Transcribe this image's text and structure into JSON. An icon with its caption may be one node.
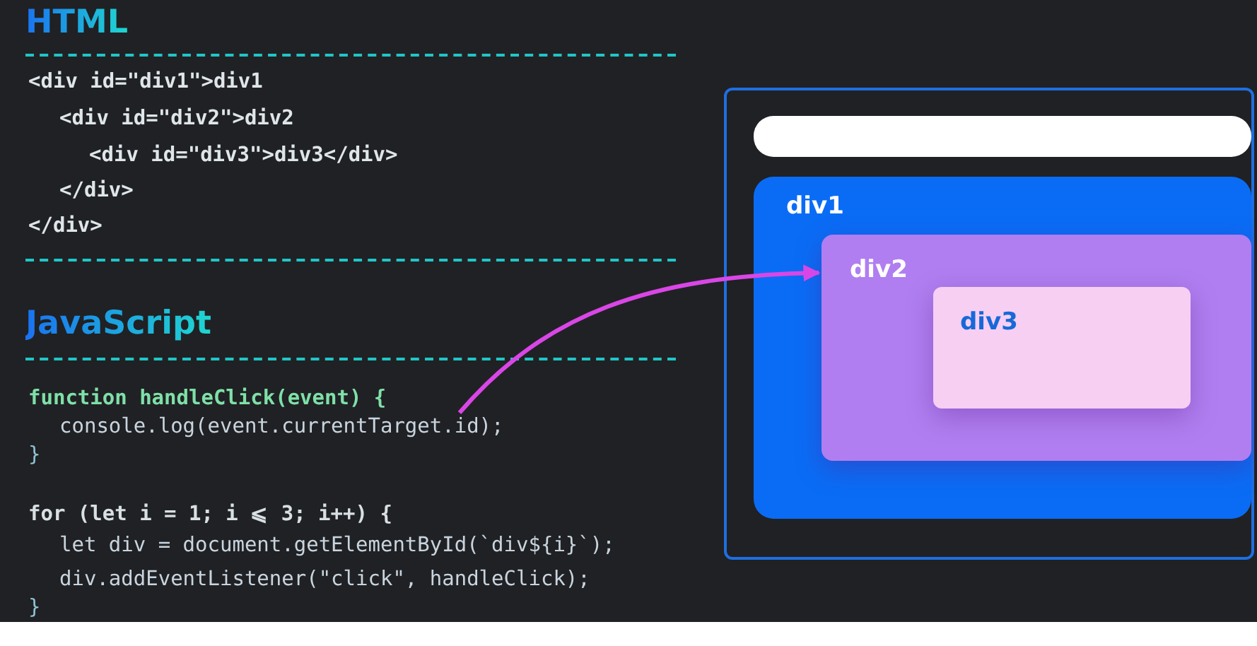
{
  "diagram": {
    "nodes": [
      {
        "text": [
          "console.log(event.currentTarget.id);"
        ]
      },
      {
        "text": [],
        "shape": "box"
      },
      {
        "text": [],
        "shape": "bar",
        "in": 1
      },
      {
        "text": [
          "div1"
        ],
        "in": 1
      },
      {
        "text": [
          "div2"
        ],
        "in": 3
      },
      {
        "text": [
          "div3"
        ],
        "in": 4
      }
    ],
    "edges": [
      {
        "from": 0,
        "to": 4,
        "arrow": "to"
      }
    ],
    "labels": [
      "HTML",
      "<div id=\"div1\">div1",
      "<div id=\"div2\">div2",
      "<div id=\"div3\">div3</div>",
      "</div>",
      "</div>",
      "JavaScript",
      "function handleClick(event) {",
      "}",
      "for (let i = 1; i ⩽ 3; i++) {",
      "let div = document.getElementById(`div${i}`);",
      "div.addEventListener(\"click\", handleClick);",
      "}"
    ]
  }
}
